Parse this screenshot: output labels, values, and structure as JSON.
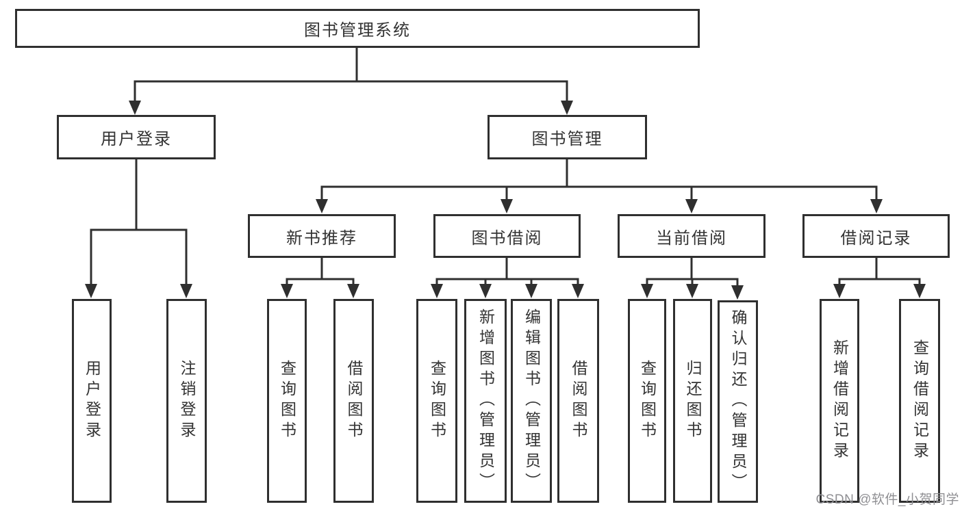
{
  "diagram": {
    "title": "图书管理系统",
    "accent_color": "#2f2f2f",
    "background_color": "#ffffff",
    "nodes": {
      "root": "图书管理系统",
      "user_login": "用户登录",
      "book_management": "图书管理",
      "new_book_recommend": "新书推荐",
      "book_borrowing": "图书借阅",
      "current_borrowing": "当前借阅",
      "borrowing_records": "借阅记录",
      "ul_user_login": "用户登录",
      "ul_logout": "注销登录",
      "nr_query_books": "查询图书",
      "nr_borrow_books": "借阅图书",
      "bb_query_books": "查询图书",
      "bb_add_books": "新增图书（管理员）",
      "bb_edit_books": "编辑图书（管理员）",
      "bb_borrow_books": "借阅图书",
      "cb_query_books": "查询图书",
      "cb_return_books": "归还图书",
      "cb_confirm_return": "确认归还（管理员）",
      "br_add_record": "新增借阅记录",
      "br_query_record": "查询借阅记录"
    }
  },
  "watermark": {
    "text": "CSDN @软件_小贺同学"
  }
}
